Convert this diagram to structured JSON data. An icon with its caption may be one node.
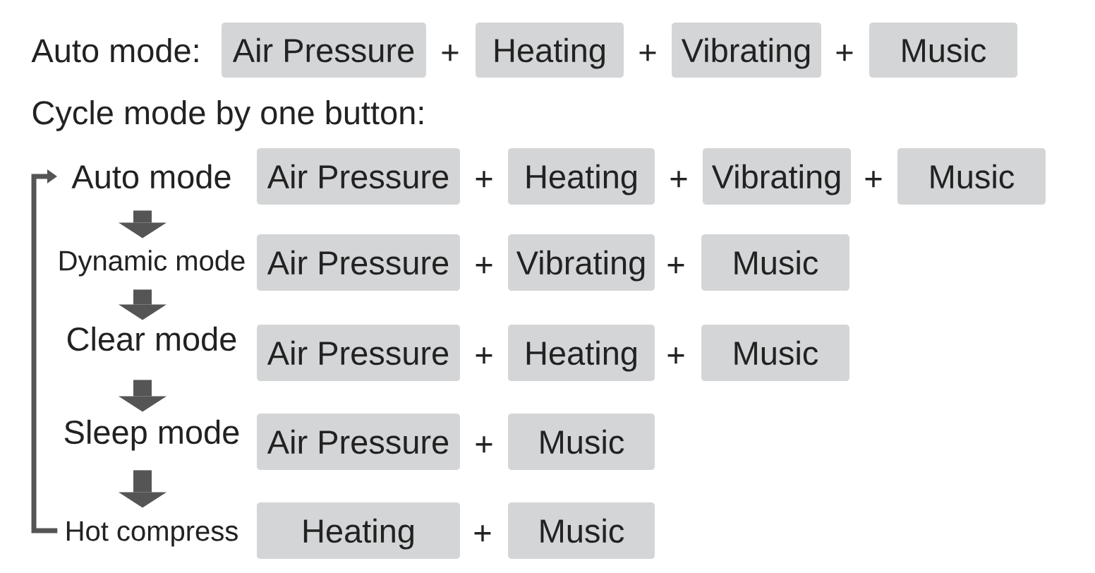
{
  "diagram": {
    "nodes": [
      {
        "text": [
          "Air Pressure"
        ]
      },
      {
        "text": [
          "Heating"
        ]
      },
      {
        "text": [
          "Vibrating"
        ]
      },
      {
        "text": [
          "Music"
        ]
      },
      {
        "text": [
          "Auto mode"
        ]
      },
      {
        "text": [
          "Air Pressure"
        ]
      },
      {
        "text": [
          "Heating"
        ]
      },
      {
        "text": [
          "Vibrating"
        ]
      },
      {
        "text": [
          "Music"
        ]
      },
      {
        "text": [
          "Dynamic mode"
        ]
      },
      {
        "text": [
          "Air Pressure"
        ]
      },
      {
        "text": [
          "Vibrating"
        ]
      },
      {
        "text": [
          "Music"
        ]
      },
      {
        "text": [
          "Clear mode"
        ]
      },
      {
        "text": [
          "Air Pressure"
        ]
      },
      {
        "text": [
          "Heating"
        ]
      },
      {
        "text": [
          "Music"
        ]
      },
      {
        "text": [
          "Sleep mode"
        ]
      },
      {
        "text": [
          "Air Pressure"
        ]
      },
      {
        "text": [
          "Music"
        ]
      },
      {
        "text": [
          "Hot compress"
        ]
      },
      {
        "text": [
          "Heating"
        ]
      },
      {
        "text": [
          "Music"
        ]
      }
    ],
    "edges": [
      {
        "from": 4,
        "to": 9,
        "arrow": "to"
      },
      {
        "from": 9,
        "to": 13,
        "arrow": "to"
      },
      {
        "from": 13,
        "to": 17,
        "arrow": "to"
      },
      {
        "from": 17,
        "to": 20,
        "arrow": "to"
      },
      {
        "from": 20,
        "to": 4,
        "arrow": "to"
      }
    ],
    "labels": [
      "Auto mode:",
      "+",
      "+",
      "+",
      "Cycle mode by one button:",
      "+",
      "+",
      "+",
      "+",
      "+",
      "+",
      "+",
      "+",
      "+"
    ]
  }
}
